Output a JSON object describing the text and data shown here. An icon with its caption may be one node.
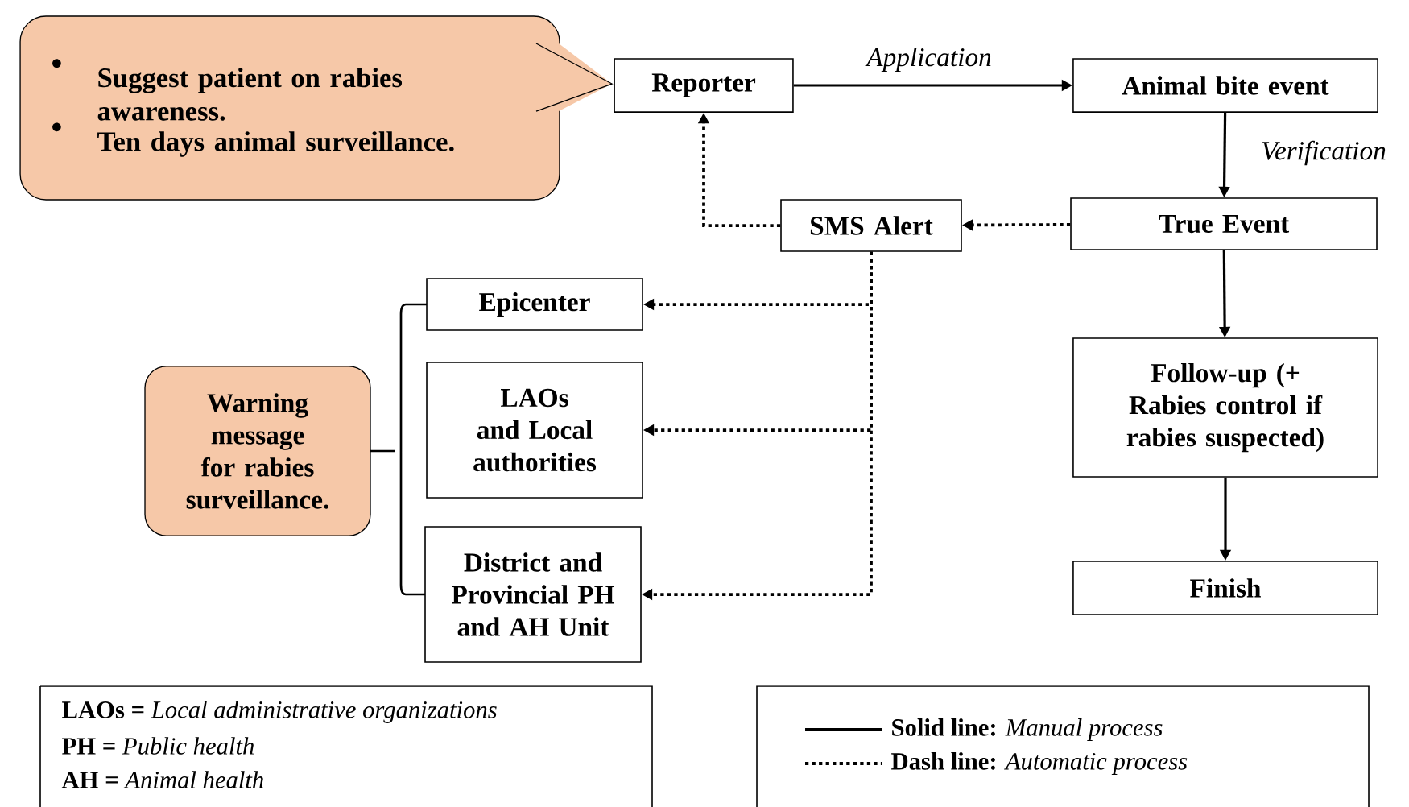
{
  "diagram": {
    "nodes": [
      {
        "text": [
          "Suggest patient on rabies awareness.",
          "Ten days animal surveillance."
        ]
      },
      {
        "text": [
          "Reporter"
        ]
      },
      {
        "text": [
          "Animal bite event"
        ]
      },
      {
        "text": [
          "SMS Alert"
        ]
      },
      {
        "text": [
          "True Event"
        ]
      },
      {
        "text": [
          "Epicenter"
        ]
      },
      {
        "text": [
          "LAOs and Local authorities"
        ]
      },
      {
        "text": [
          "Warning message for rabies surveillance."
        ]
      },
      {
        "text": [
          "District and Provincial PH and AH Unit"
        ]
      },
      {
        "text": [
          "Follow-up (+ Rabies control if rabies suspected)"
        ]
      },
      {
        "text": [
          "Finish"
        ]
      }
    ],
    "edges": [
      {
        "from": 1,
        "to": 2,
        "arrow": "to",
        "label": "Application"
      },
      {
        "from": 2,
        "to": 4,
        "arrow": "to",
        "label": "Verification"
      },
      {
        "from": 4,
        "to": 3,
        "arrow": "to",
        "style": "dashed"
      },
      {
        "from": 3,
        "to": 1,
        "arrow": "to",
        "style": "dashed"
      },
      {
        "from": 3,
        "to": 5,
        "arrow": "to",
        "style": "dashed"
      },
      {
        "from": 3,
        "to": 6,
        "arrow": "to",
        "style": "dashed"
      },
      {
        "from": 3,
        "to": 8,
        "arrow": "to",
        "style": "dashed"
      },
      {
        "from": 4,
        "to": 9,
        "arrow": "to"
      },
      {
        "from": 9,
        "to": 10,
        "arrow": "to"
      }
    ],
    "labels": [
      "**LAOs =** *Local administrative organizations*",
      "**PH =** *Public health*",
      "**AH =** *Animal health*"
    ],
    "legend": [
      {
        "text": "**Solid line:** *Manual process*"
      },
      {
        "text": "**Dash line:** *Automatic process*"
      }
    ]
  }
}
